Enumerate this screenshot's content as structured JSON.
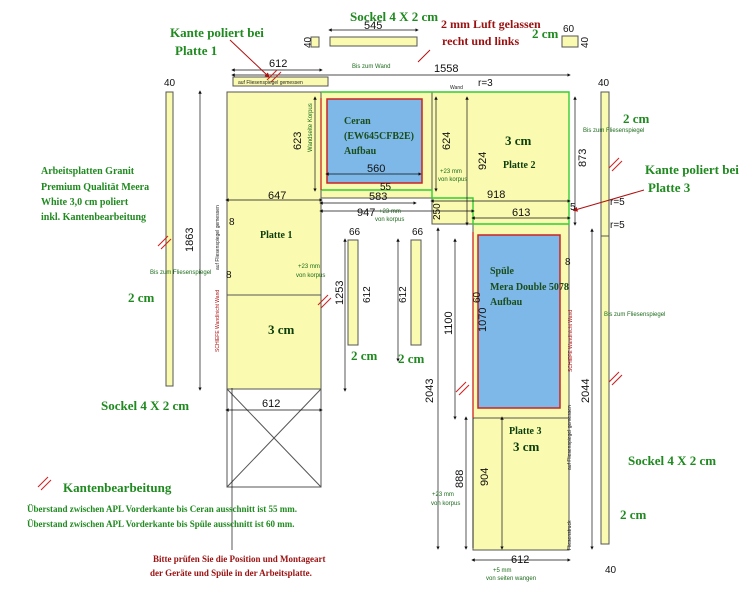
{
  "annotations": {
    "kante_platte1_line1": "Kante poliert bei",
    "kante_platte1_line2": "Platte 1",
    "sockel_top": "Sockel 4 X 2 cm",
    "luft_line1": "2 mm Luft gelassen",
    "luft_line2": "recht und links",
    "two_cm_top": "2 cm",
    "bis_zum_wand": "Bis zum Wand",
    "wand_small": "Wand",
    "radius_top": "r=3",
    "kante_platte3_line1": "Kante poliert bei",
    "kante_platte3_line2": "Platte 3",
    "radius_r5_a": "r=5",
    "radius_r5_b": "r=5",
    "two_cm_right": "2 cm",
    "bis_zum_fliesenspiegel_right": "Bis zum Fliesenspiegel",
    "bis_zum_fliesenspiegel_left": "Bis zum Fliesenspiegel",
    "bis_zum_fliesenspiegel_mid": "Bis zum Fliesenspiegel",
    "two_cm_left": "2 cm",
    "sockel_left": "Sockel 4 X 2 cm",
    "two_cm_small1": "2 cm",
    "two_cm_small2": "2 cm",
    "sockel_right": "Sockel 4 X 2 cm",
    "two_cm_bottom_right": "2 cm",
    "korpus_a": "+23 mm",
    "korpus_a2": "von korpus",
    "korpus_b": "+23 mm",
    "korpus_b2": "von korpus",
    "korpus_c": "+23 mm",
    "korpus_c2": "von korpus",
    "korpus_d": "+23 mm",
    "korpus_d2": "von korpus",
    "korpus_e": "+5 mm",
    "korpus_e2": "von seiten wangen",
    "fliesenspiegel_top_small": "auf Fliesenspiegel gemessen",
    "wangen_label": "Wandseite Korpus",
    "schiefe_wand": "SCHIEFE Wand/nicht Wand",
    "fliesenspiegel_vert": "auf Fliesenspiegel gemessen",
    "fliesenstruck": "Fliesenstruck"
  },
  "spec": {
    "line1": "Arbeitsplatten Granit",
    "line2": "Premium Qualität Meera",
    "line3": "White 3,0 cm poliert",
    "line4": "inkl. Kantenbearbeitung"
  },
  "plates": {
    "platte1": "Platte 1",
    "platte1_thick": "3 cm",
    "platte2": "Platte 2",
    "platte2_thick": "3 cm",
    "platte3": "Platte 3",
    "platte3_thick": "3 cm"
  },
  "cooktop": {
    "line1": "Ceran",
    "line2": "(EW645CFB2E)",
    "line3": "Aufbau"
  },
  "sink": {
    "line1": "Spüle",
    "line2": "Mera Double 5078",
    "line3": "Aufbau"
  },
  "dimensions": {
    "d545": "545",
    "d40_top": "40",
    "d60": "60",
    "d40_right_top": "40",
    "d612_top": "612",
    "d1558": "1558",
    "d40_left_top": "40",
    "d40_right": "40",
    "d623": "623",
    "d624": "624",
    "d873": "873",
    "d560": "560",
    "d924": "924",
    "d55": "55",
    "d647": "647",
    "d583": "583",
    "d918": "918",
    "d947": "947",
    "d250": "250",
    "d613": "613",
    "d5": "5",
    "d66_a": "66",
    "d66_b": "66",
    "d1863": "1863",
    "d8_a": "8",
    "d8_b": "8",
    "d8_c": "8",
    "d612_a": "612",
    "d612_b": "612",
    "d1253": "1253",
    "d60_mid": "60",
    "d1100": "1100",
    "d1070": "1070",
    "d2043": "2043",
    "d2044": "2044",
    "d612_base": "612",
    "d888": "888",
    "d904": "904",
    "d612_bottom": "612",
    "d40_bottom": "40"
  },
  "legend": {
    "title": "Kantenbearbeitung",
    "line1": "Überstand zwischen APL Vorderkante bis Ceran ausschnitt ist 55 mm.",
    "line2": "Überstand zwischen APL Vorderkante bis Spüle ausschnitt ist 60 mm."
  },
  "note": {
    "line1": "Bitte prüfen Sie die Position und Montageart",
    "line2": "der Geräte und Spüle in der Arbeitsplatte."
  },
  "colors": {
    "plate_fill": "#fafab0",
    "cutout_fill": "#7db8e8",
    "edge_green": "#33cc33",
    "edge_red": "#cc2222",
    "title_green": "#1f8a1f",
    "note_red": "#9b1010"
  }
}
